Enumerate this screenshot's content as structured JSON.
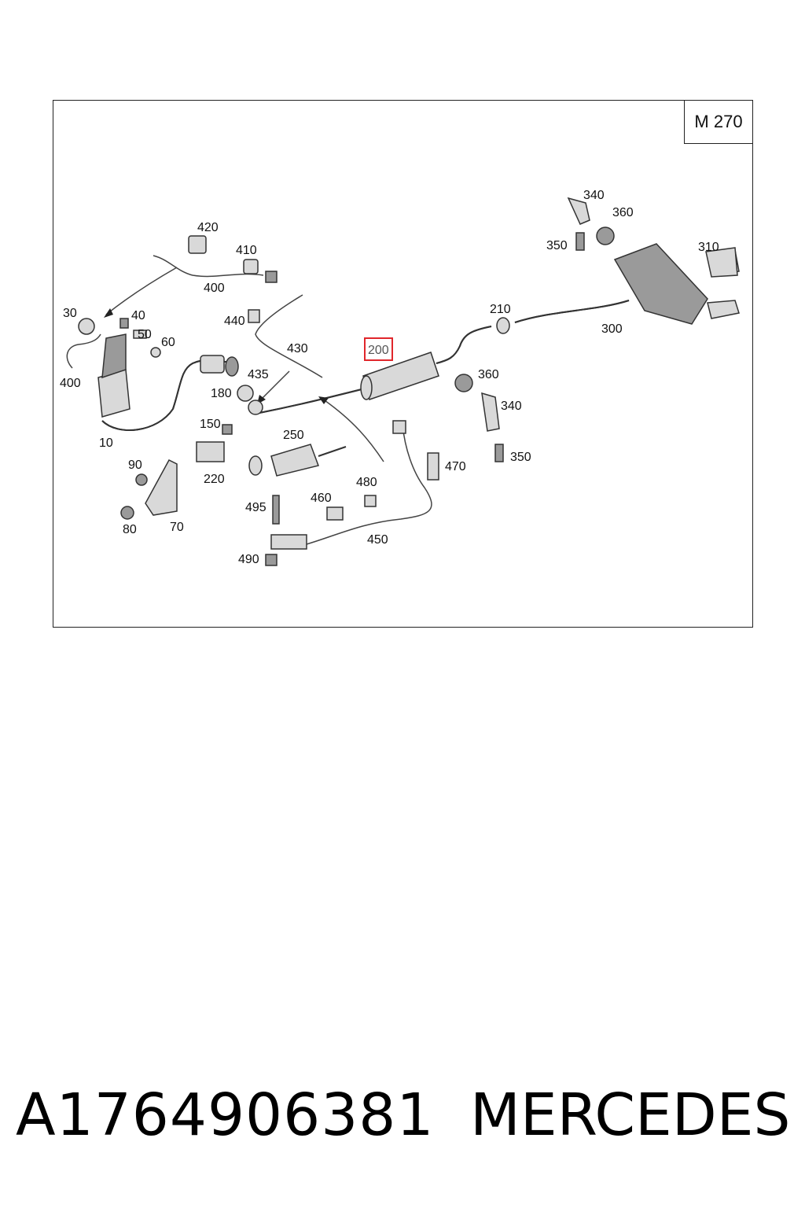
{
  "diagram": {
    "engine_code": "M 270",
    "callouts": [
      {
        "id": "c420",
        "label": "420"
      },
      {
        "id": "c410",
        "label": "410"
      },
      {
        "id": "c400a",
        "label": "400"
      },
      {
        "id": "c30",
        "label": "30"
      },
      {
        "id": "c40",
        "label": "40"
      },
      {
        "id": "c50",
        "label": "50"
      },
      {
        "id": "c60",
        "label": "60"
      },
      {
        "id": "c400b",
        "label": "400"
      },
      {
        "id": "c10",
        "label": "10"
      },
      {
        "id": "c440",
        "label": "440"
      },
      {
        "id": "c430",
        "label": "430"
      },
      {
        "id": "c435",
        "label": "435"
      },
      {
        "id": "c180",
        "label": "180"
      },
      {
        "id": "c150",
        "label": "150"
      },
      {
        "id": "c250",
        "label": "250"
      },
      {
        "id": "c220",
        "label": "220"
      },
      {
        "id": "c90",
        "label": "90"
      },
      {
        "id": "c70",
        "label": "70"
      },
      {
        "id": "c80",
        "label": "80"
      },
      {
        "id": "c495",
        "label": "495"
      },
      {
        "id": "c460",
        "label": "460"
      },
      {
        "id": "c480",
        "label": "480"
      },
      {
        "id": "c470",
        "label": "470"
      },
      {
        "id": "c450",
        "label": "450"
      },
      {
        "id": "c490",
        "label": "490"
      },
      {
        "id": "c200",
        "label": "200",
        "highlighted": true
      },
      {
        "id": "c210",
        "label": "210"
      },
      {
        "id": "c300",
        "label": "300"
      },
      {
        "id": "c360a",
        "label": "360"
      },
      {
        "id": "c340a",
        "label": "340"
      },
      {
        "id": "c350a",
        "label": "350"
      },
      {
        "id": "c340b",
        "label": "340"
      },
      {
        "id": "c360b",
        "label": "360"
      },
      {
        "id": "c350b",
        "label": "350"
      },
      {
        "id": "c310",
        "label": "310"
      }
    ]
  },
  "footer": {
    "part_number": "A1764906381",
    "brand": "MERCEDES"
  },
  "colors": {
    "highlight": "#e0262b",
    "line": "#333333"
  }
}
